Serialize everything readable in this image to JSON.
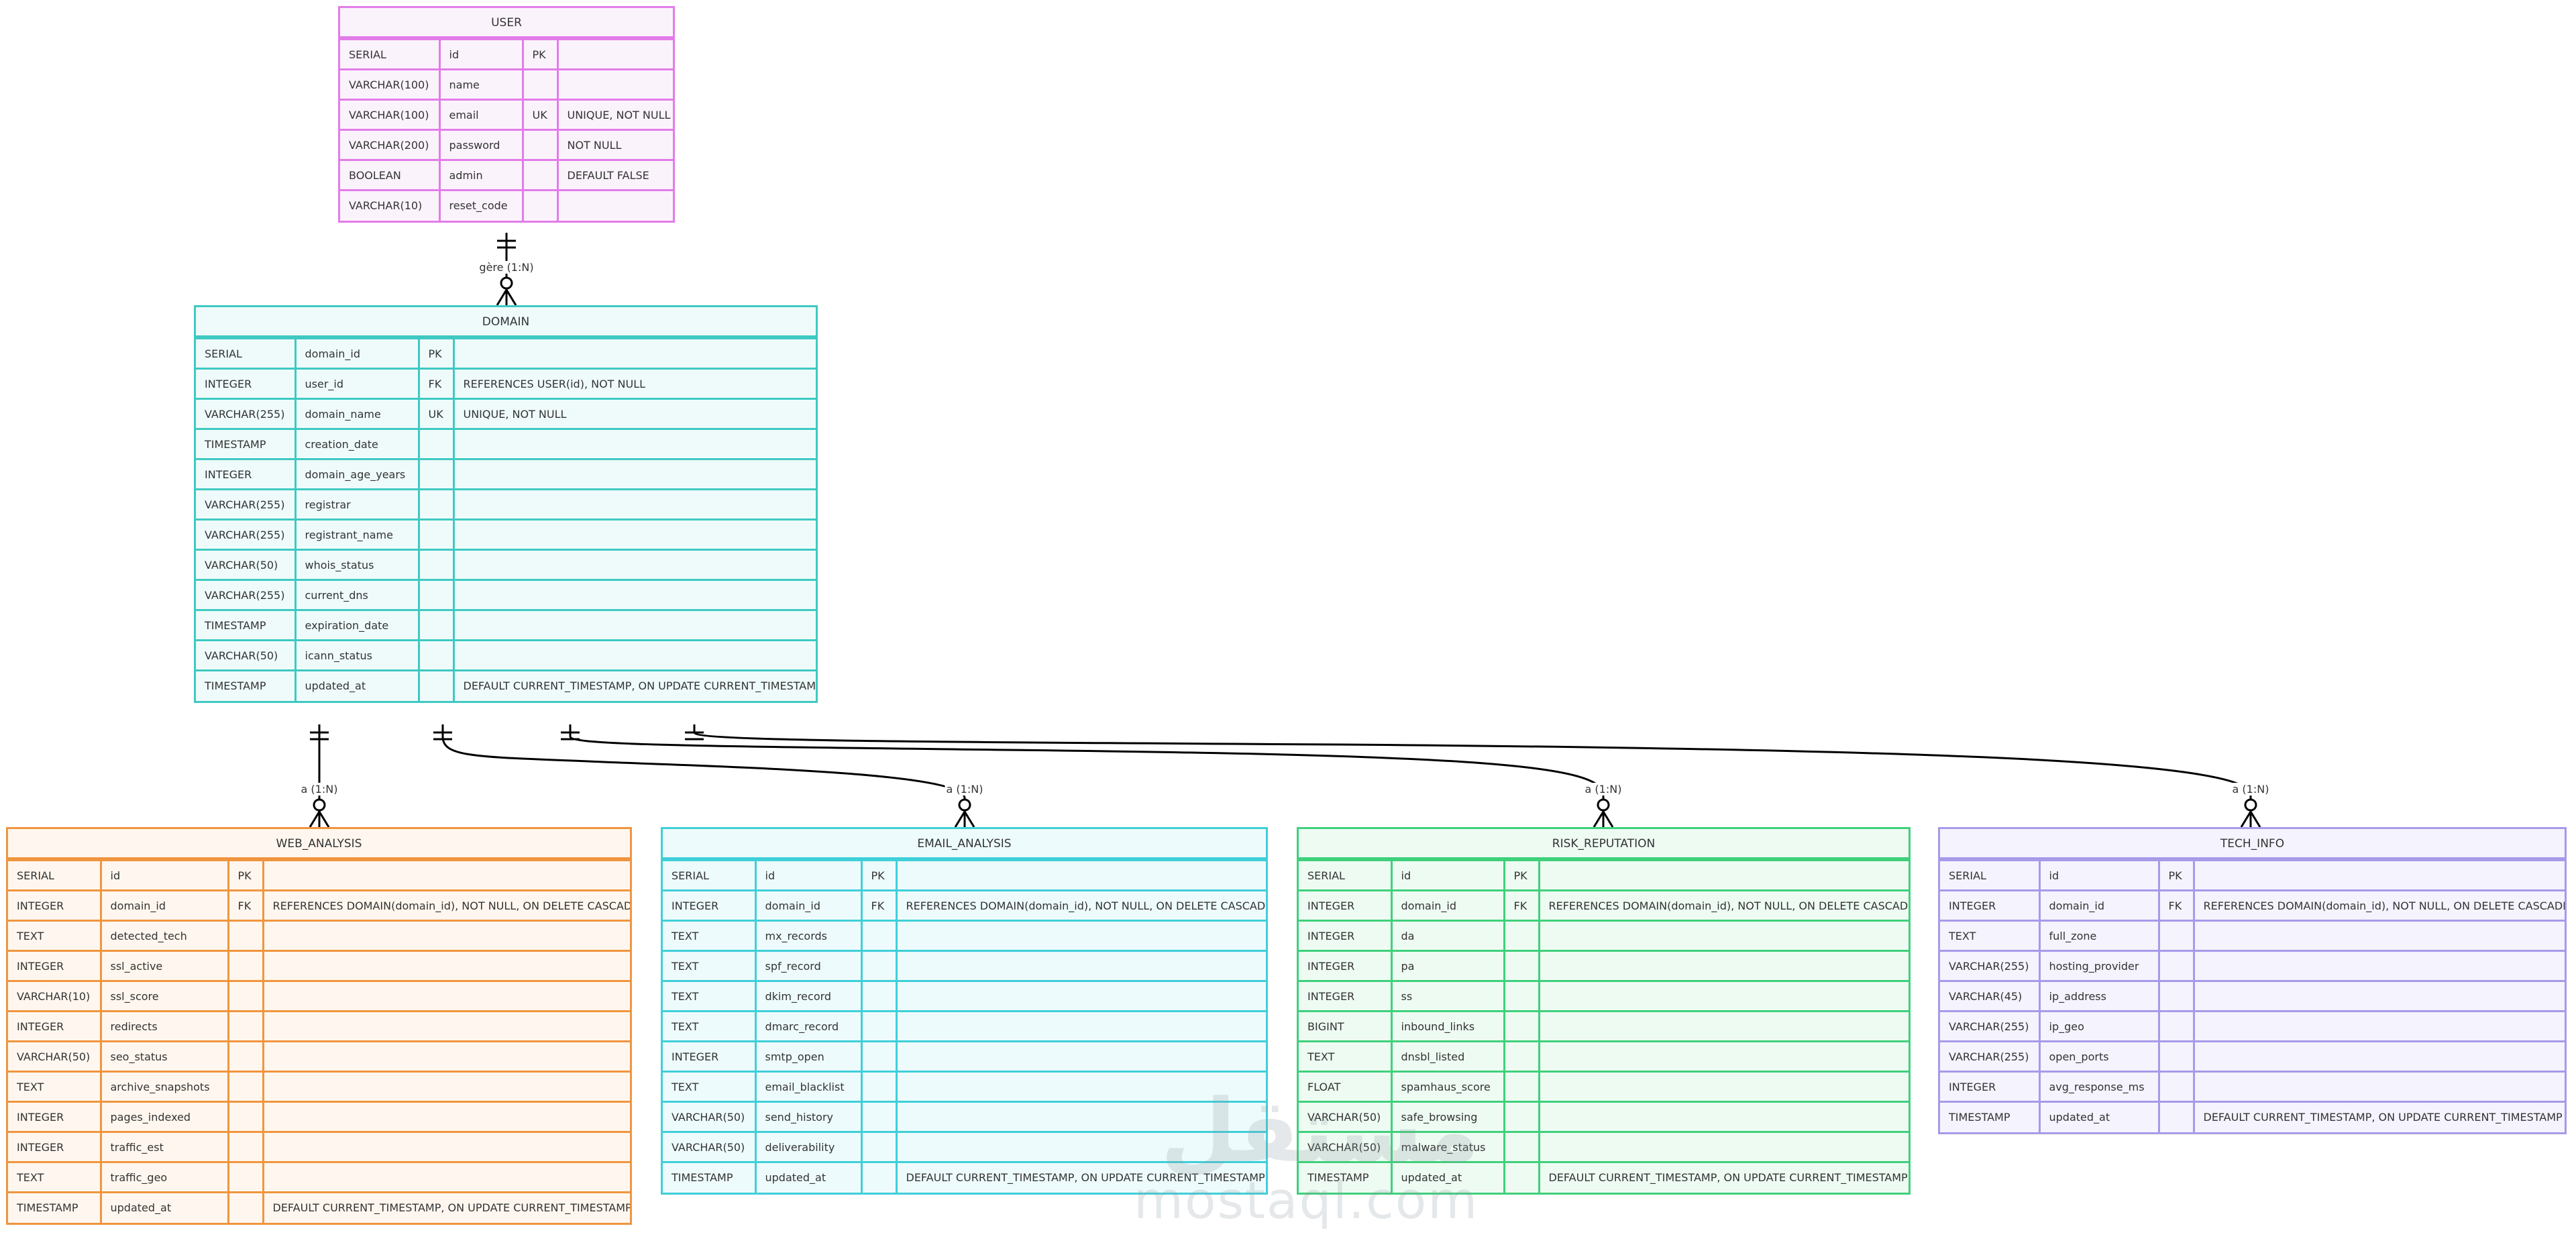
{
  "colors": {
    "user": {
      "border": "#e27ce9",
      "fill": "#fbf3fc"
    },
    "domain": {
      "border": "#3fc9c2",
      "fill": "#effbfb"
    },
    "web_analysis": {
      "border": "#f0953f",
      "fill": "#fff7ef"
    },
    "email_analysis": {
      "border": "#3fcfd9",
      "fill": "#eefbfc"
    },
    "risk_reputation": {
      "border": "#3fd07b",
      "fill": "#eefbf3"
    },
    "tech_info": {
      "border": "#a79ae9",
      "fill": "#f5f3fd"
    },
    "line": "#000000"
  },
  "entities": {
    "user": {
      "title": "USER",
      "rows": [
        [
          "SERIAL",
          "id",
          "PK",
          ""
        ],
        [
          "VARCHAR(100)",
          "name",
          "",
          ""
        ],
        [
          "VARCHAR(100)",
          "email",
          "UK",
          "UNIQUE, NOT NULL"
        ],
        [
          "VARCHAR(200)",
          "password",
          "",
          "NOT NULL"
        ],
        [
          "BOOLEAN",
          "admin",
          "",
          "DEFAULT FALSE"
        ],
        [
          "VARCHAR(10)",
          "reset_code",
          "",
          ""
        ]
      ]
    },
    "domain": {
      "title": "DOMAIN",
      "rows": [
        [
          "SERIAL",
          "domain_id",
          "PK",
          ""
        ],
        [
          "INTEGER",
          "user_id",
          "FK",
          "REFERENCES USER(id), NOT NULL"
        ],
        [
          "VARCHAR(255)",
          "domain_name",
          "UK",
          "UNIQUE, NOT NULL"
        ],
        [
          "TIMESTAMP",
          "creation_date",
          "",
          ""
        ],
        [
          "INTEGER",
          "domain_age_years",
          "",
          ""
        ],
        [
          "VARCHAR(255)",
          "registrar",
          "",
          ""
        ],
        [
          "VARCHAR(255)",
          "registrant_name",
          "",
          ""
        ],
        [
          "VARCHAR(50)",
          "whois_status",
          "",
          ""
        ],
        [
          "VARCHAR(255)",
          "current_dns",
          "",
          ""
        ],
        [
          "TIMESTAMP",
          "expiration_date",
          "",
          ""
        ],
        [
          "VARCHAR(50)",
          "icann_status",
          "",
          ""
        ],
        [
          "TIMESTAMP",
          "updated_at",
          "",
          "DEFAULT CURRENT_TIMESTAMP, ON UPDATE CURRENT_TIMESTAMP"
        ]
      ]
    },
    "web_analysis": {
      "title": "WEB_ANALYSIS",
      "rows": [
        [
          "SERIAL",
          "id",
          "PK",
          ""
        ],
        [
          "INTEGER",
          "domain_id",
          "FK",
          "REFERENCES DOMAIN(domain_id), NOT NULL, ON DELETE CASCADE"
        ],
        [
          "TEXT",
          "detected_tech",
          "",
          ""
        ],
        [
          "INTEGER",
          "ssl_active",
          "",
          ""
        ],
        [
          "VARCHAR(10)",
          "ssl_score",
          "",
          ""
        ],
        [
          "INTEGER",
          "redirects",
          "",
          ""
        ],
        [
          "VARCHAR(50)",
          "seo_status",
          "",
          ""
        ],
        [
          "TEXT",
          "archive_snapshots",
          "",
          ""
        ],
        [
          "INTEGER",
          "pages_indexed",
          "",
          ""
        ],
        [
          "INTEGER",
          "traffic_est",
          "",
          ""
        ],
        [
          "TEXT",
          "traffic_geo",
          "",
          ""
        ],
        [
          "TIMESTAMP",
          "updated_at",
          "",
          "DEFAULT CURRENT_TIMESTAMP, ON UPDATE CURRENT_TIMESTAMP"
        ]
      ]
    },
    "email_analysis": {
      "title": "EMAIL_ANALYSIS",
      "rows": [
        [
          "SERIAL",
          "id",
          "PK",
          ""
        ],
        [
          "INTEGER",
          "domain_id",
          "FK",
          "REFERENCES DOMAIN(domain_id), NOT NULL, ON DELETE CASCADE"
        ],
        [
          "TEXT",
          "mx_records",
          "",
          ""
        ],
        [
          "TEXT",
          "spf_record",
          "",
          ""
        ],
        [
          "TEXT",
          "dkim_record",
          "",
          ""
        ],
        [
          "TEXT",
          "dmarc_record",
          "",
          ""
        ],
        [
          "INTEGER",
          "smtp_open",
          "",
          ""
        ],
        [
          "TEXT",
          "email_blacklist",
          "",
          ""
        ],
        [
          "VARCHAR(50)",
          "send_history",
          "",
          ""
        ],
        [
          "VARCHAR(50)",
          "deliverability",
          "",
          ""
        ],
        [
          "TIMESTAMP",
          "updated_at",
          "",
          "DEFAULT CURRENT_TIMESTAMP, ON UPDATE CURRENT_TIMESTAMP"
        ]
      ]
    },
    "risk_reputation": {
      "title": "RISK_REPUTATION",
      "rows": [
        [
          "SERIAL",
          "id",
          "PK",
          ""
        ],
        [
          "INTEGER",
          "domain_id",
          "FK",
          "REFERENCES DOMAIN(domain_id), NOT NULL, ON DELETE CASCADE"
        ],
        [
          "INTEGER",
          "da",
          "",
          ""
        ],
        [
          "INTEGER",
          "pa",
          "",
          ""
        ],
        [
          "INTEGER",
          "ss",
          "",
          ""
        ],
        [
          "BIGINT",
          "inbound_links",
          "",
          ""
        ],
        [
          "TEXT",
          "dnsbl_listed",
          "",
          ""
        ],
        [
          "FLOAT",
          "spamhaus_score",
          "",
          ""
        ],
        [
          "VARCHAR(50)",
          "safe_browsing",
          "",
          ""
        ],
        [
          "VARCHAR(50)",
          "malware_status",
          "",
          ""
        ],
        [
          "TIMESTAMP",
          "updated_at",
          "",
          "DEFAULT CURRENT_TIMESTAMP, ON UPDATE CURRENT_TIMESTAMP"
        ]
      ]
    },
    "tech_info": {
      "title": "TECH_INFO",
      "rows": [
        [
          "SERIAL",
          "id",
          "PK",
          ""
        ],
        [
          "INTEGER",
          "domain_id",
          "FK",
          "REFERENCES DOMAIN(domain_id), NOT NULL, ON DELETE CASCADE"
        ],
        [
          "TEXT",
          "full_zone",
          "",
          ""
        ],
        [
          "VARCHAR(255)",
          "hosting_provider",
          "",
          ""
        ],
        [
          "VARCHAR(45)",
          "ip_address",
          "",
          ""
        ],
        [
          "VARCHAR(255)",
          "ip_geo",
          "",
          ""
        ],
        [
          "VARCHAR(255)",
          "open_ports",
          "",
          ""
        ],
        [
          "INTEGER",
          "avg_response_ms",
          "",
          ""
        ],
        [
          "TIMESTAMP",
          "updated_at",
          "",
          "DEFAULT CURRENT_TIMESTAMP, ON UPDATE CURRENT_TIMESTAMP"
        ]
      ]
    }
  },
  "relationships": [
    {
      "from": "user",
      "to": "domain",
      "label": "gère (1:N)"
    },
    {
      "from": "domain",
      "to": "web_analysis",
      "label": "a (1:N)"
    },
    {
      "from": "domain",
      "to": "email_analysis",
      "label": "a (1:N)"
    },
    {
      "from": "domain",
      "to": "risk_reputation",
      "label": "a (1:N)"
    },
    {
      "from": "domain",
      "to": "tech_info",
      "label": "a (1:N)"
    }
  ],
  "watermark": {
    "arabic": "مستقل",
    "latin": "mostaql.com"
  }
}
